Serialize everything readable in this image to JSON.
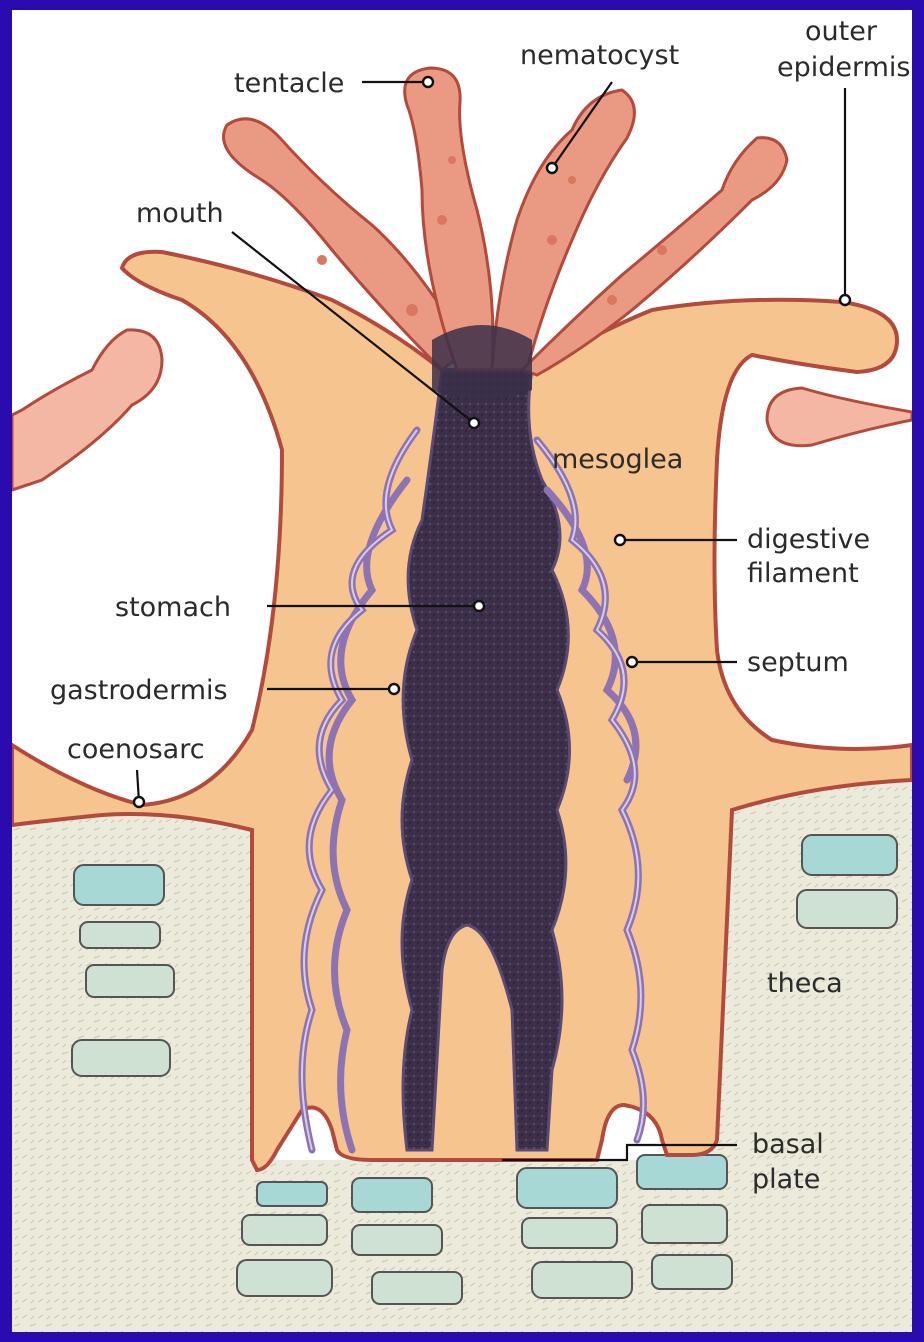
{
  "labels": {
    "tentacle": "tentacle",
    "nematocyst": "nematocyst",
    "outer_epidermis_1": "outer",
    "outer_epidermis_2": "epidermis",
    "mouth": "mouth",
    "mesoglea": "mesoglea",
    "digestive_filament_1": "digestive",
    "digestive_filament_2": "filament",
    "stomach": "stomach",
    "septum": "septum",
    "gastrodermis": "gastrodermis",
    "coenosarc": "coenosarc",
    "theca": "theca",
    "basal_plate_1": "basal",
    "basal_plate_2": "plate"
  },
  "colors": {
    "frame": "#2a0bb0",
    "tissue": "#f6c48e",
    "tentacle": "#e88f7a",
    "outline": "#b34a3e",
    "stomach": "#3b2f49",
    "septum": "#a892b8",
    "theca": "#e8e6d6",
    "skeleton_plate": "#a7d8d6"
  }
}
